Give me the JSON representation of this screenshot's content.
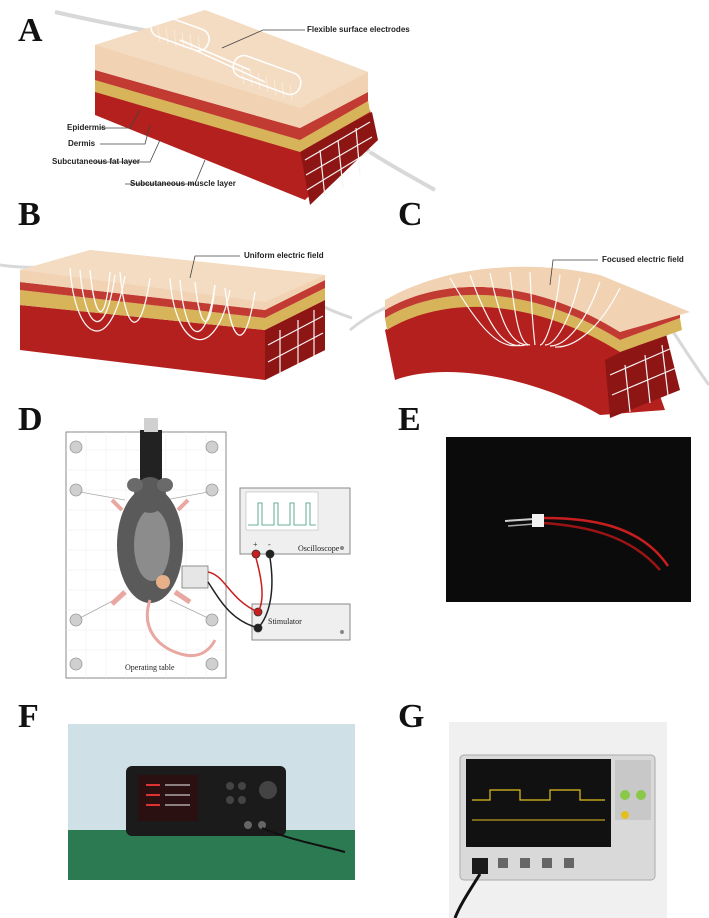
{
  "panels": {
    "A": "A",
    "B": "B",
    "C": "C",
    "D": "D",
    "E": "E",
    "F": "F",
    "G": "G"
  },
  "panel_a": {
    "flexible_electrodes": "Flexible surface electrodes",
    "epidermis": "Epidermis",
    "dermis": "Dermis",
    "fat_layer": "Subcutaneous fat layer",
    "muscle_layer": "Subcutaneous muscle layer"
  },
  "panel_b": {
    "field_label": "Uniform electric field"
  },
  "panel_c": {
    "field_label": "Focused electric field"
  },
  "panel_d": {
    "oscilloscope": "Oscilloscope",
    "stimulator": "Stimulator",
    "operating_table": "Operating table",
    "plus": "+",
    "minus": "-"
  },
  "colors": {
    "skin": "#f1d2b3",
    "fat": "#d7b35a",
    "muscle": "#b3201e",
    "wire_red": "#c81e1e",
    "background_black": "#0b0b0b",
    "wall_blue": "#cfe1e6",
    "table_green": "#2c7a52"
  }
}
